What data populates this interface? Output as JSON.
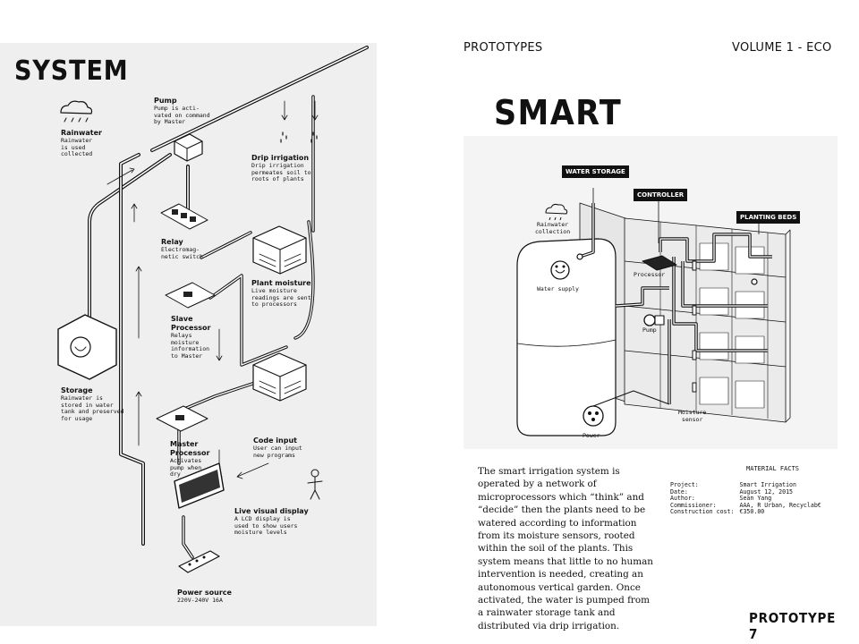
{
  "left": {
    "title": "SYSTEM",
    "labels": {
      "pump": {
        "title": "Pump",
        "text": "Pump is acti-\nvated on command\nby Master"
      },
      "rainwater": {
        "title": "Rainwater",
        "text": "Rainwater\nis used\ncollected"
      },
      "drip": {
        "title": "Drip irrigation",
        "text": "Drip irrigation\npermeates soil to\nroots of plants"
      },
      "relay": {
        "title": "Relay",
        "text": "Electromag-\nnetic switch"
      },
      "moisture": {
        "title": "Plant moisture",
        "text": "Live moisture\nreadings are sent\nto processors"
      },
      "slave": {
        "title": "Slave\nProcessor",
        "text": "Relays\nmoisture\ninformation\nto Master"
      },
      "storage": {
        "title": "Storage",
        "text": "Rainwater is\nstored in water\ntank and preserved\nfor usage"
      },
      "code": {
        "title": "Code input",
        "text": "User can input\nnew programs"
      },
      "master": {
        "title": "Master\nProcessor",
        "text": "Activates\npump when\ndry"
      },
      "display": {
        "title": "Live visual display",
        "text": "A LCD display is\nused to show users\nmoisture levels"
      },
      "power": {
        "title": "Power source",
        "text": "220V-240V 16A"
      }
    }
  },
  "right": {
    "header_left": "PROTOTYPES",
    "header_right": "VOLUME 1 - ECO",
    "title": "SMART IRRIGATION",
    "tags": {
      "water_storage": "WATER\nSTORAGE",
      "controller": "CONTROLLER",
      "planting_beds": "PLANTING\nBEDS"
    },
    "illus_labels": {
      "rainwater_collection": "Rainwater\ncollection",
      "water_supply": "Water supply",
      "processor": "Processor",
      "pump": "Pump",
      "moisture_sensor": "Moisture\nsensor",
      "power": "Power"
    },
    "description": "The smart irrigation system is operated by a network of microprocessors which “think” and “decide” then the plants need to be watered according to information from its moisture sensors, rooted within the soil of the plants. This system means that little to no human intervention is needed, creating an autonomous vertical garden. Once activated, the water is pumped from a rainwater storage tank and distributed via drip irrigation.",
    "facts_title": "MATERIAL FACTS",
    "facts": [
      {
        "k": "Project:",
        "v": "Smart Irrigation"
      },
      {
        "k": "Date:",
        "v": "August 12, 2015"
      },
      {
        "k": "Author:",
        "v": "Sean Yang"
      },
      {
        "k": "Commissioner:",
        "v": "AAA, R Urban, Recyclab€"
      },
      {
        "k": "Construction cost:",
        "v": "€350.00"
      }
    ],
    "footer": "PROTOTYPE 7"
  }
}
